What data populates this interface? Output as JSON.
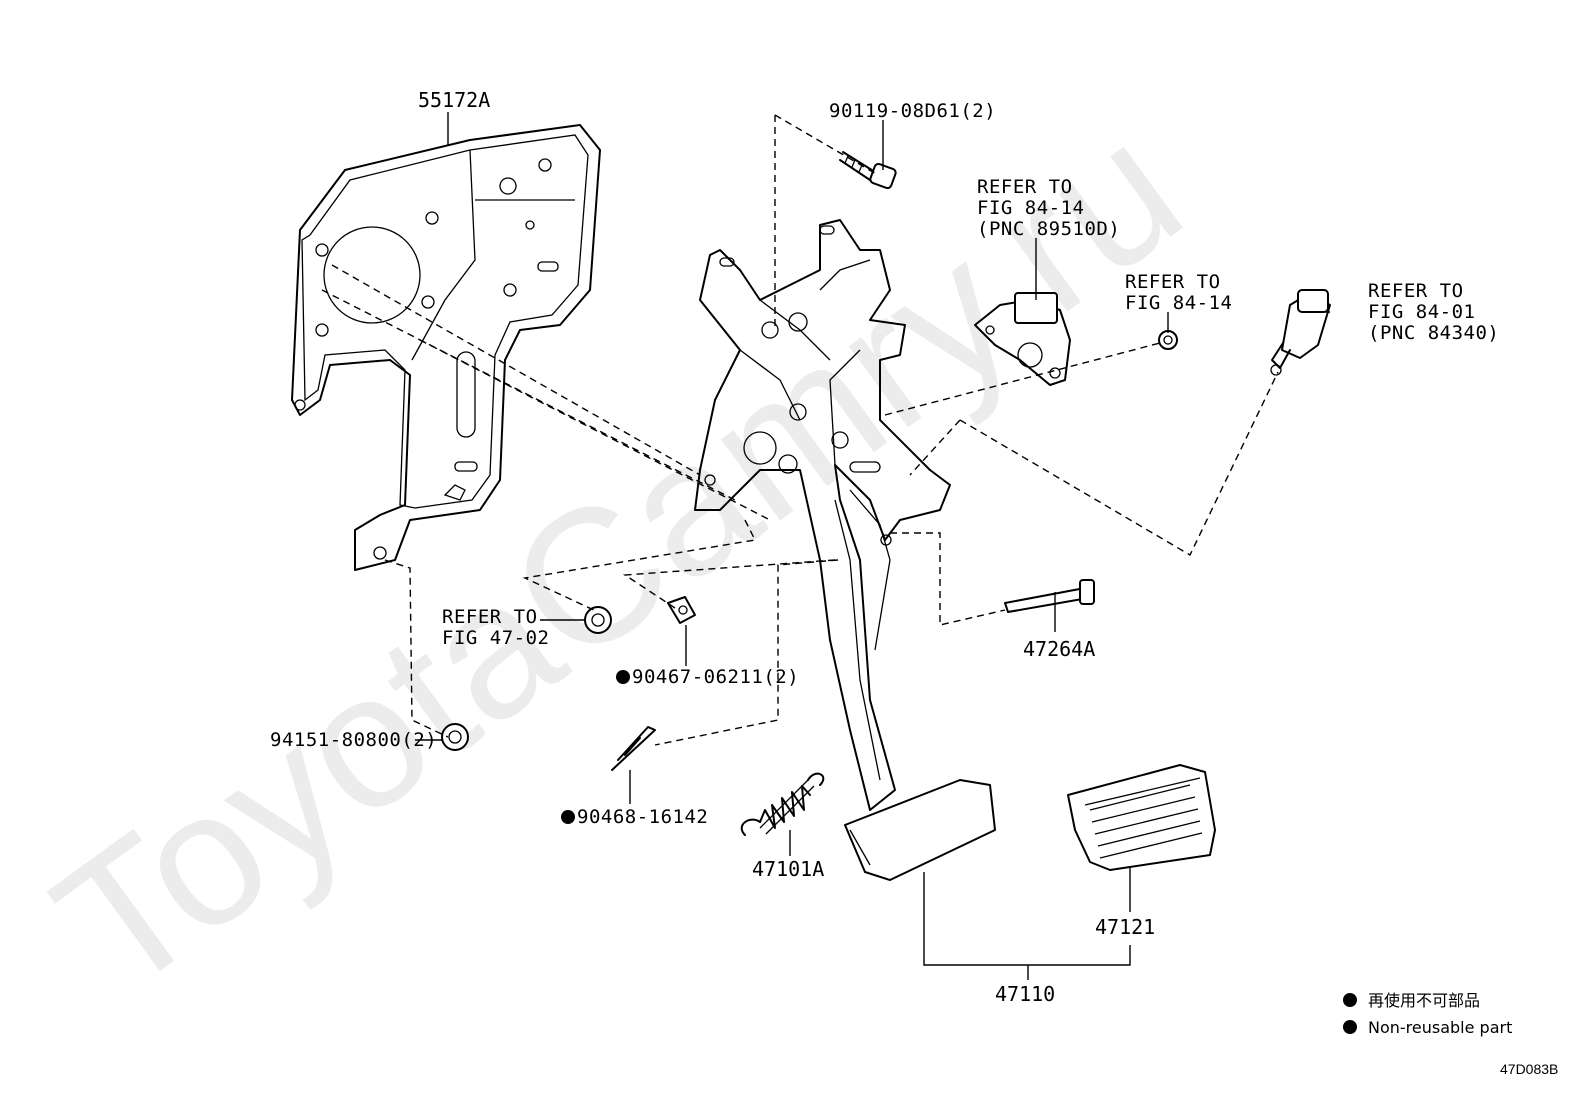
{
  "diagram": {
    "watermark": "ToyotaCamry.ru",
    "figure_code": "47D083B",
    "parts": {
      "bracket": "55172A",
      "bolt": "90119-08D61(2)",
      "pin": "47264A",
      "clip_bushing": "90467-06211(2)",
      "mount_nut": "94151-80800(2)",
      "cotter_pin": "90468-16142",
      "return_spring": "47101A",
      "pedal_pad": "47121",
      "pedal_assembly": "47110"
    },
    "refs": {
      "sensor": [
        "REFER TO",
        "FIG 84-14",
        "(PNC 89510D)"
      ],
      "nut": [
        "REFER TO",
        "FIG 84-14"
      ],
      "switch": [
        "REFER TO",
        "FIG 84-01",
        "(PNC 84340)"
      ],
      "lower_nut": [
        "REFER TO",
        "FIG 47-02"
      ]
    },
    "legend": {
      "jp": "再使用不可部品",
      "en": "Non-reusable part"
    }
  }
}
